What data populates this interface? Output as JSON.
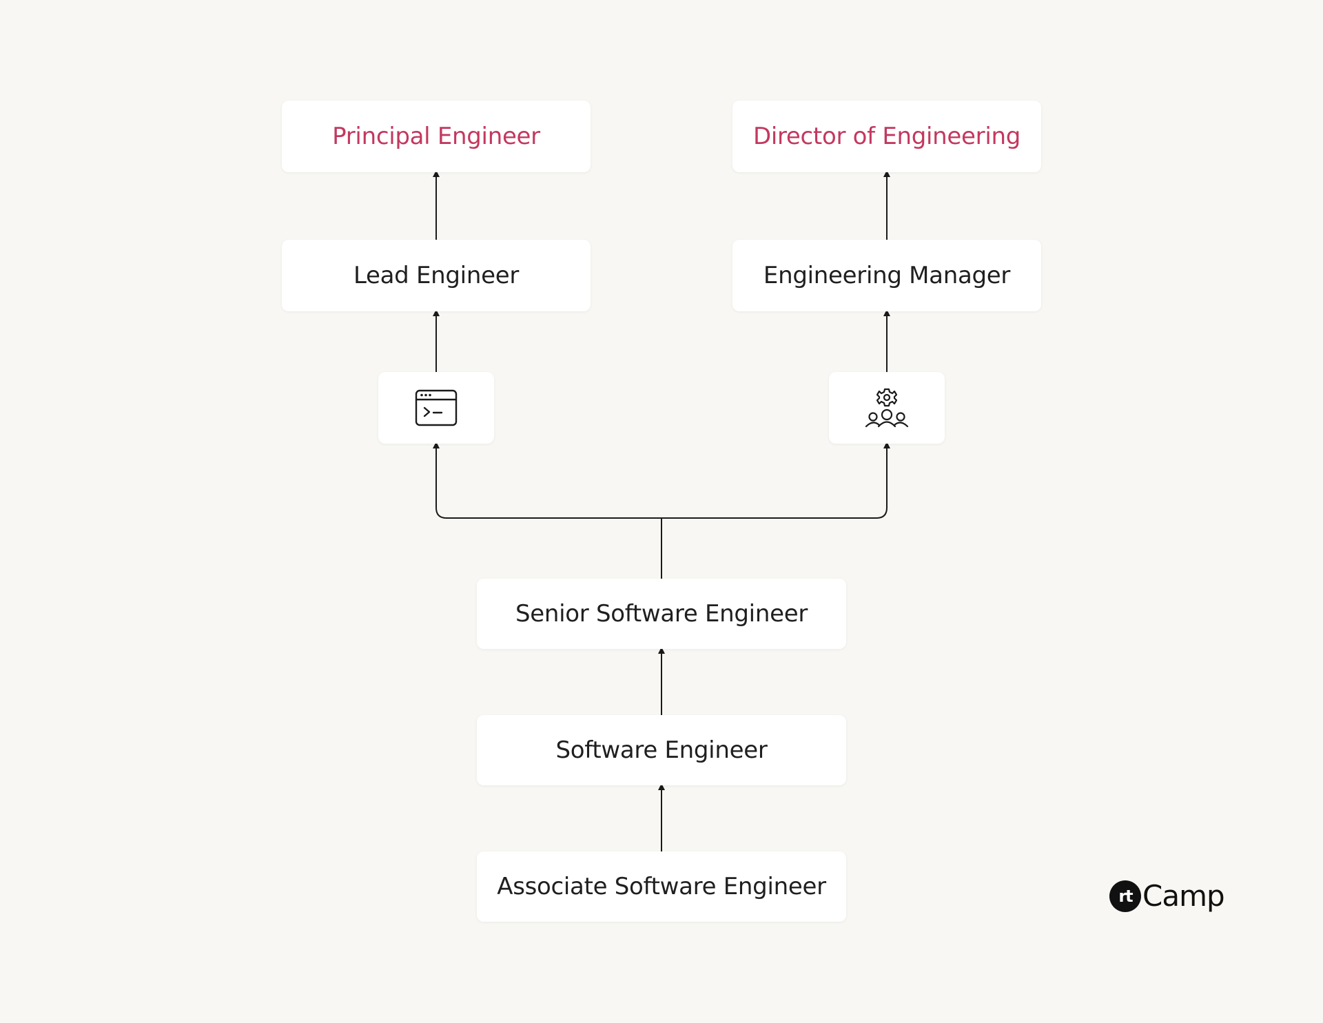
{
  "nodes": {
    "principal_engineer": "Principal Engineer",
    "director_of_engineering": "Director of Engineering",
    "lead_engineer": "Lead Engineer",
    "engineering_manager": "Engineering Manager",
    "senior_software_engineer": "Senior Software Engineer",
    "software_engineer": "Software Engineer",
    "associate_software_engineer": "Associate Software Engineer"
  },
  "icons": {
    "technical_track": "terminal-window-icon",
    "management_track": "team-gear-icon"
  },
  "logo": {
    "mark": "rt",
    "text": "Camp"
  },
  "colors": {
    "background": "#f8f7f3",
    "node_fill": "#ffffff",
    "text": "#1f1f1f",
    "accent": "#c3385f",
    "connector": "#1a1a1a"
  }
}
